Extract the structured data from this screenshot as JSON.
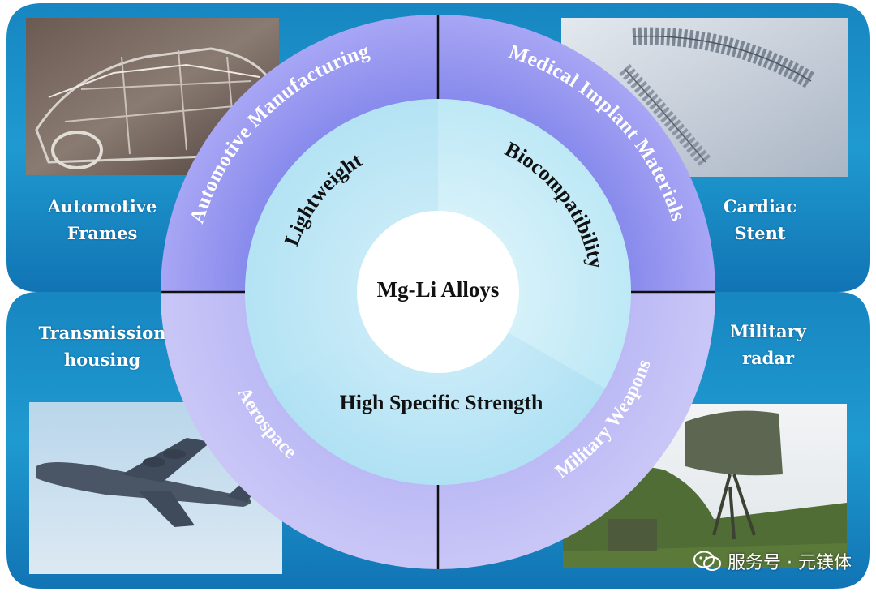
{
  "center": {
    "title": "Mg-Li Alloys"
  },
  "properties": {
    "lightweight": "Lightweight",
    "biocompatibility": "Biocompatibility",
    "high_specific_strength": "High Specific Strength"
  },
  "applications": {
    "automotive_manufacturing": "Automotive Manufacturing",
    "medical_implant_materials": "Medical Implant Materials",
    "aerospace": "Aerospace",
    "military_weapons": "Military Weapons"
  },
  "corners": {
    "top_left": [
      "Automotive",
      "Frames"
    ],
    "top_right": [
      "Cardiac",
      "Stent"
    ],
    "bottom_left": [
      "Transmission",
      "housing"
    ],
    "bottom_right": [
      "Military",
      "radar"
    ]
  },
  "watermark": {
    "text": "服务号 · 元镁体"
  },
  "colors": {
    "panel_blue": "#1b8bc4",
    "panel_dark": "#0d5f9b",
    "ring_purple": "#8f8ff0",
    "ring_light": "#c9c6f6",
    "inner_cyan": "#bde9f6",
    "divider": "#111111"
  }
}
